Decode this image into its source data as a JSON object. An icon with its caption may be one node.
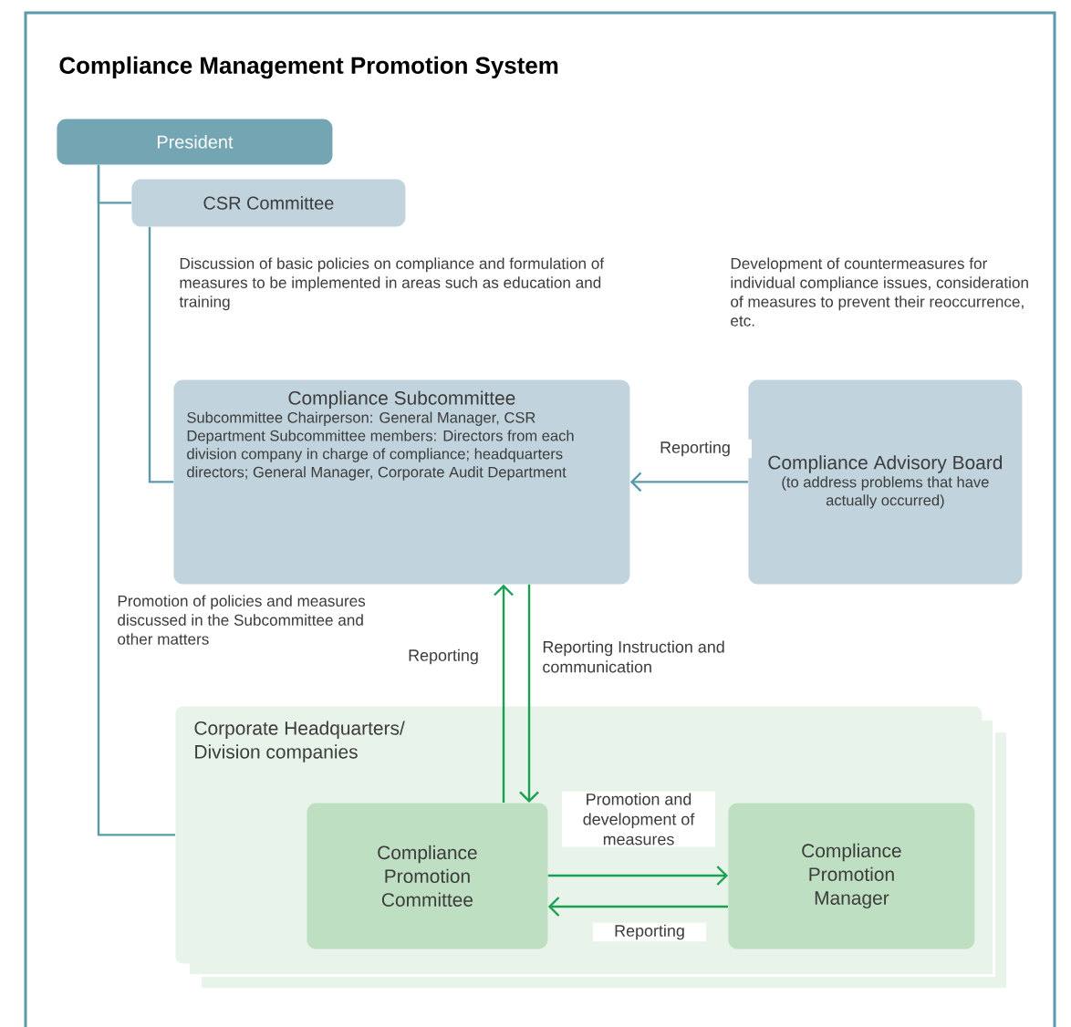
{
  "diagram": {
    "title": "Compliance Management Promotion System",
    "nodes": [
      {
        "text": [
          "President"
        ]
      },
      {
        "text": [
          "CSR Committee"
        ]
      },
      {
        "text": [
          "Compliance Subcommittee",
          "Subcommittee Chairperson: General Manager, CSR Department Subcommittee members: Directors from each division company in charge of compliance; headquarters directors; General Manager, Corporate Audit Department"
        ]
      },
      {
        "text": [
          "Compliance Advisory Board",
          "(to address problems that have actually occurred)"
        ]
      },
      {
        "text": [
          "Corporate Headquarters/ Division companies"
        ]
      },
      {
        "text": [
          "Compliance Promotion Committee"
        ],
        "in": 4
      },
      {
        "text": [
          "Compliance Promotion Manager"
        ],
        "in": 4
      }
    ],
    "edges": [
      {
        "from": 0,
        "to": 1,
        "arrow": "none"
      },
      {
        "from": 0,
        "to": 4,
        "arrow": "none"
      },
      {
        "from": 1,
        "to": 2,
        "arrow": "none"
      },
      {
        "from": 3,
        "to": 2,
        "arrow": "to",
        "label": "Reporting"
      },
      {
        "from": 5,
        "to": 2,
        "arrow": "to",
        "label": "Reporting",
        "color": "#1aa150"
      },
      {
        "from": 2,
        "to": 5,
        "arrow": "to",
        "label": "Reporting Instruction and communication",
        "color": "#1aa150"
      },
      {
        "from": 5,
        "to": 6,
        "arrow": "to",
        "label": "Promotion and development of measures",
        "color": "#1aa150"
      },
      {
        "from": 6,
        "to": 5,
        "arrow": "to",
        "label": "Reporting",
        "color": "#1aa150"
      }
    ],
    "labels": [
      "Discussion of basic policies on compliance and formulation of measures to be implemented in areas such as education and training",
      "Development of countermeasures for individual compliance issues, consideration of measures to prevent their reoccurrence, etc.",
      "Promotion of policies and measures discussed in the Subcommittee and other matters"
    ]
  }
}
